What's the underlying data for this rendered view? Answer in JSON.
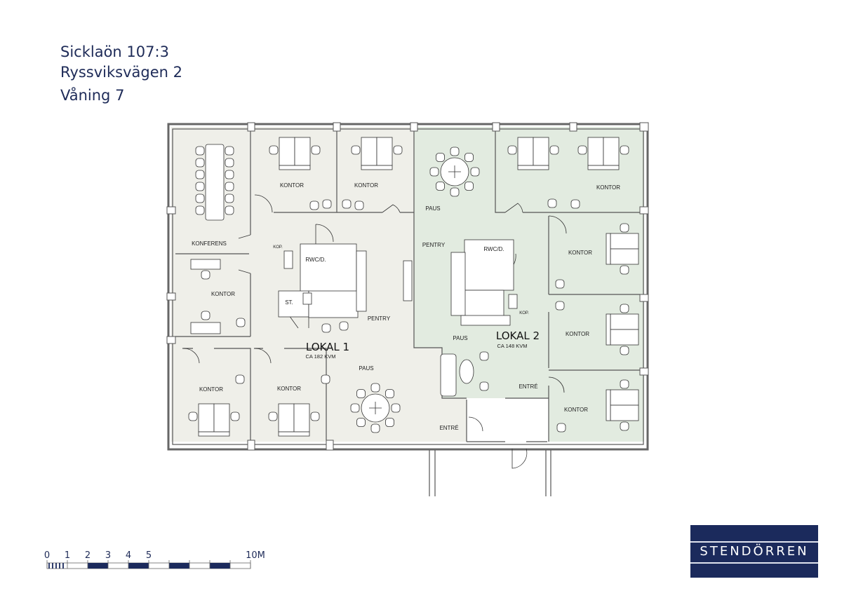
{
  "header": {
    "property": "Sicklaön 107:3",
    "address": "Ryssviksvägen 2",
    "floor": "Våning 7"
  },
  "plan": {
    "lokal1": {
      "name": "LOKAL 1",
      "area": "CA 182 KVM"
    },
    "lokal2": {
      "name": "LOKAL 2",
      "area": "CA 148 KVM"
    },
    "rooms": {
      "konferens": "KONFERENS",
      "kontor": "KONTOR",
      "paus": "PAUS",
      "pentry": "PENTRY",
      "rwc": "RWC/D.",
      "st": "ST.",
      "kop": "KOP.",
      "entre": "ENTRÉ"
    },
    "colors": {
      "lokal1": "#efefe9",
      "lokal2": "#e2ebe0",
      "wall": "#555555"
    }
  },
  "scale_bar": {
    "labels": [
      "0",
      "1",
      "2",
      "3",
      "4",
      "5",
      "10M"
    ],
    "color": "#1b2a5c"
  },
  "logo": {
    "text": "STENDÖRREN",
    "color": "#1b2a5c"
  }
}
